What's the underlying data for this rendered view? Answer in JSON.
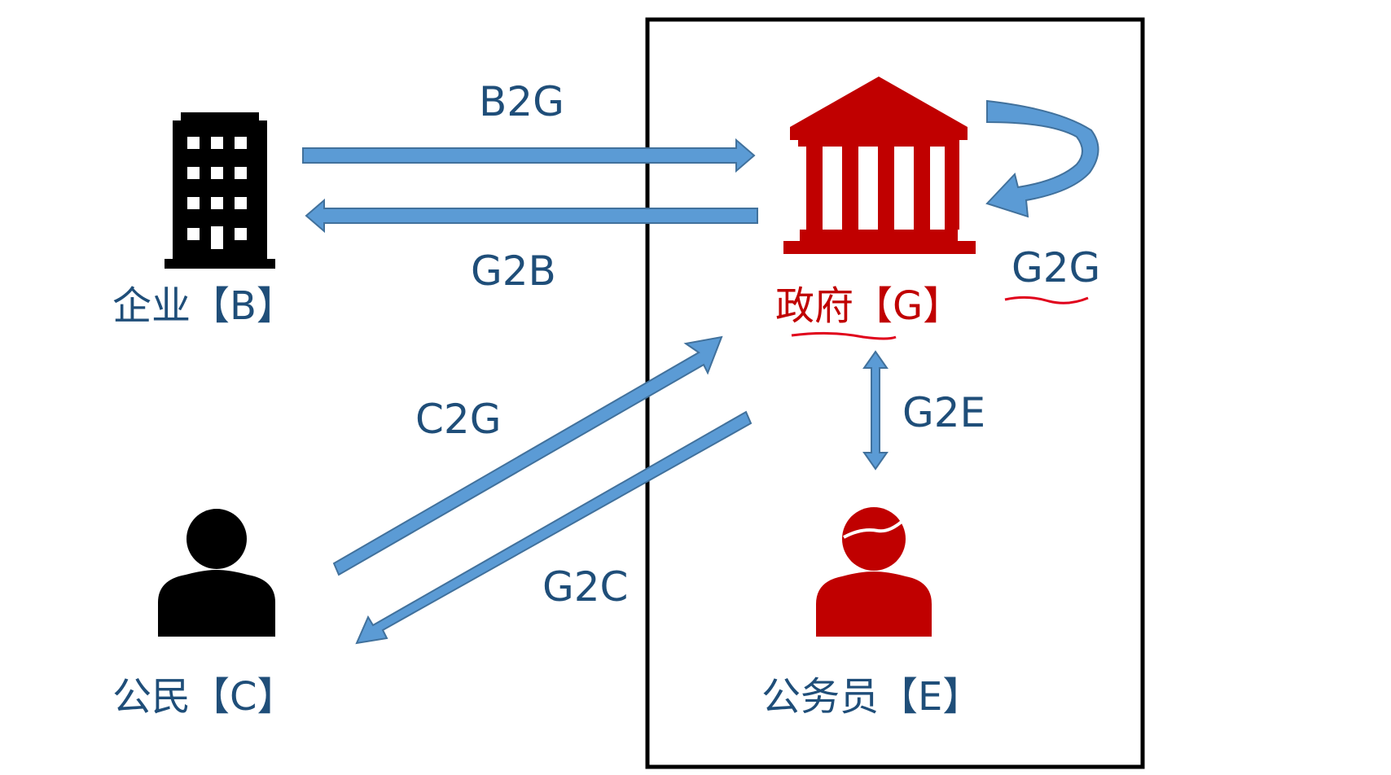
{
  "entities": {
    "business": {
      "label": "企业【B】",
      "icon": "office-building-icon"
    },
    "government": {
      "label": "政府【G】",
      "icon": "government-building-icon"
    },
    "citizen": {
      "label": "公民【C】",
      "icon": "person-icon"
    },
    "civil_servant": {
      "label": "公务员【E】",
      "icon": "civil-servant-icon"
    }
  },
  "flows": {
    "b2g": "B2G",
    "g2b": "G2B",
    "g2g": "G2G",
    "c2g": "C2G",
    "g2c": "G2C",
    "g2e": "G2E"
  },
  "colors": {
    "arrow_fill": "#5b9bd5",
    "arrow_stroke": "#41719c",
    "label_blue": "#1f4e79",
    "government_red": "#c00000",
    "icon_black": "#000000",
    "frame": "#000000"
  }
}
